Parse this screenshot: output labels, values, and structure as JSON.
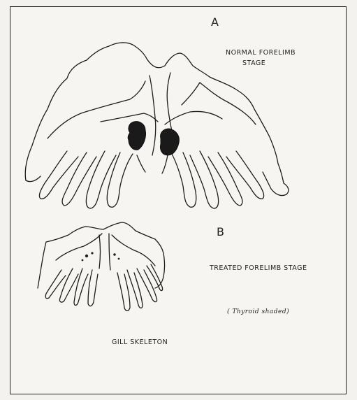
{
  "figure": {
    "panel_a": {
      "letter": "A",
      "caption_line1": "NORMAL FORELIMB",
      "caption_line2": "STAGE"
    },
    "panel_b": {
      "letter": "B",
      "caption": "TREATED FORELIMB STAGE",
      "note": "( Thyroid  shaded)"
    },
    "footer": "GILL SKELETON"
  }
}
